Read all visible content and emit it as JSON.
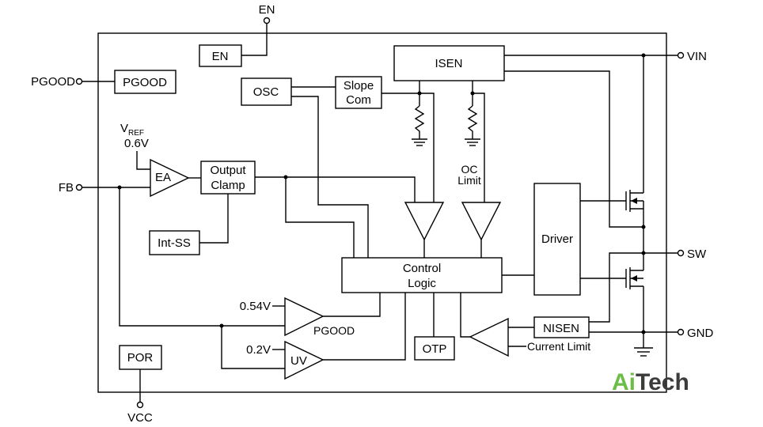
{
  "diagram": {
    "pins": {
      "en": "EN",
      "pgood": "PGOOD",
      "vin": "VIN",
      "fb": "FB",
      "sw": "SW",
      "gnd": "GND",
      "vcc": "VCC"
    },
    "blocks": {
      "en": "EN",
      "pgood": "PGOOD",
      "osc": "OSC",
      "slope_line1": "Slope",
      "slope_line2": "Com",
      "isen": "ISEN",
      "ea": "EA",
      "output_clamp_line1": "Output",
      "output_clamp_line2": "Clamp",
      "int_ss": "Int-SS",
      "driver": "Driver",
      "control_line1": "Control",
      "control_line2": "Logic",
      "otp": "OTP",
      "nisen": "NISEN",
      "por": "POR",
      "uv": "UV",
      "pgood_comp": "PGOOD"
    },
    "labels": {
      "vref_main": "V",
      "vref_sub": "REF",
      "vref_value": "0.6V",
      "oc_line1": "OC",
      "oc_line2": "Limit",
      "v054": "0.54V",
      "v02": "0.2V",
      "current_limit": "Current Limit"
    },
    "logo": {
      "ai": "Ai",
      "tech": "Tech",
      "ai_color": "#6cbd45",
      "tech_color": "#3c3c3c"
    }
  }
}
